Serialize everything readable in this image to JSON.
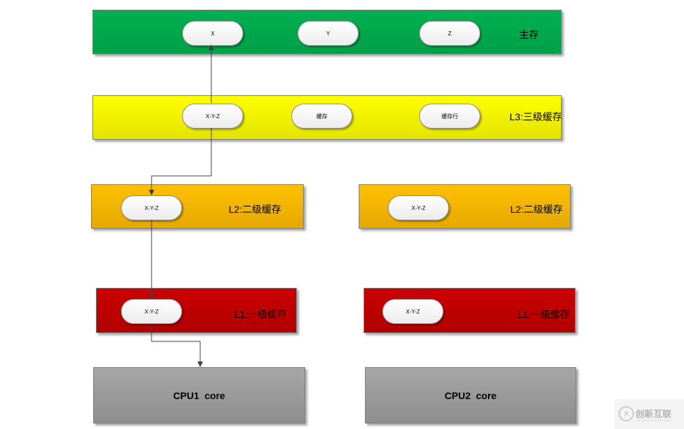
{
  "main_memory": {
    "label": "主存",
    "items": [
      "X",
      "Y",
      "Z"
    ]
  },
  "l3": {
    "label": "L3:三级缓存",
    "items": [
      "X-Y-Z",
      "缓存",
      "缓存行"
    ]
  },
  "l2_left": {
    "label": "L2:二级缓存",
    "item": "X-Y-Z"
  },
  "l2_right": {
    "label": "L2:二级缓存",
    "item": "X-Y-Z"
  },
  "l1_left": {
    "label": "L1:一级缓存",
    "item": "X-Y-Z"
  },
  "l1_right": {
    "label": "L1:一级缓存",
    "item": "X-Y-Z"
  },
  "cpu1": {
    "label": "CPU1  core"
  },
  "cpu2": {
    "label": "CPU2  core"
  },
  "watermark": {
    "text": "创新互联",
    "subtext": "CHUANG XIN HU LIAN"
  },
  "colors": {
    "main_memory": "#00b050",
    "l3": "#ffff00",
    "l2": "#ffc000",
    "l1": "#c00000",
    "cpu": "#a6a6a6",
    "connector": "#404040"
  }
}
